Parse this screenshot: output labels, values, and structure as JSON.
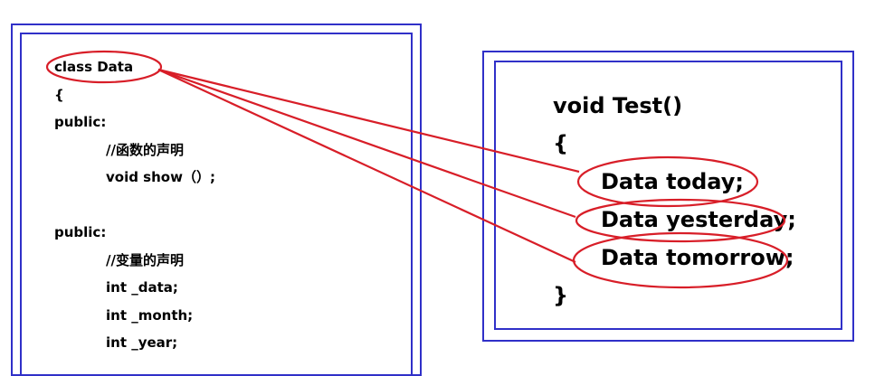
{
  "class_code": {
    "lines": [
      "class Data",
      "{",
      "public:",
      "//函数的声明",
      "void show（）;",
      "public:",
      "//变量的声明",
      "int _data;",
      "int _month;",
      "int _year;"
    ]
  },
  "test_code": {
    "lines": [
      "void Test()",
      "{",
      "Data today;",
      "Data yesterday;",
      "Data tomorrow;",
      "}"
    ]
  },
  "colors": {
    "frame": "#3030c8",
    "highlight": "#d81e28",
    "text": "#000000"
  }
}
